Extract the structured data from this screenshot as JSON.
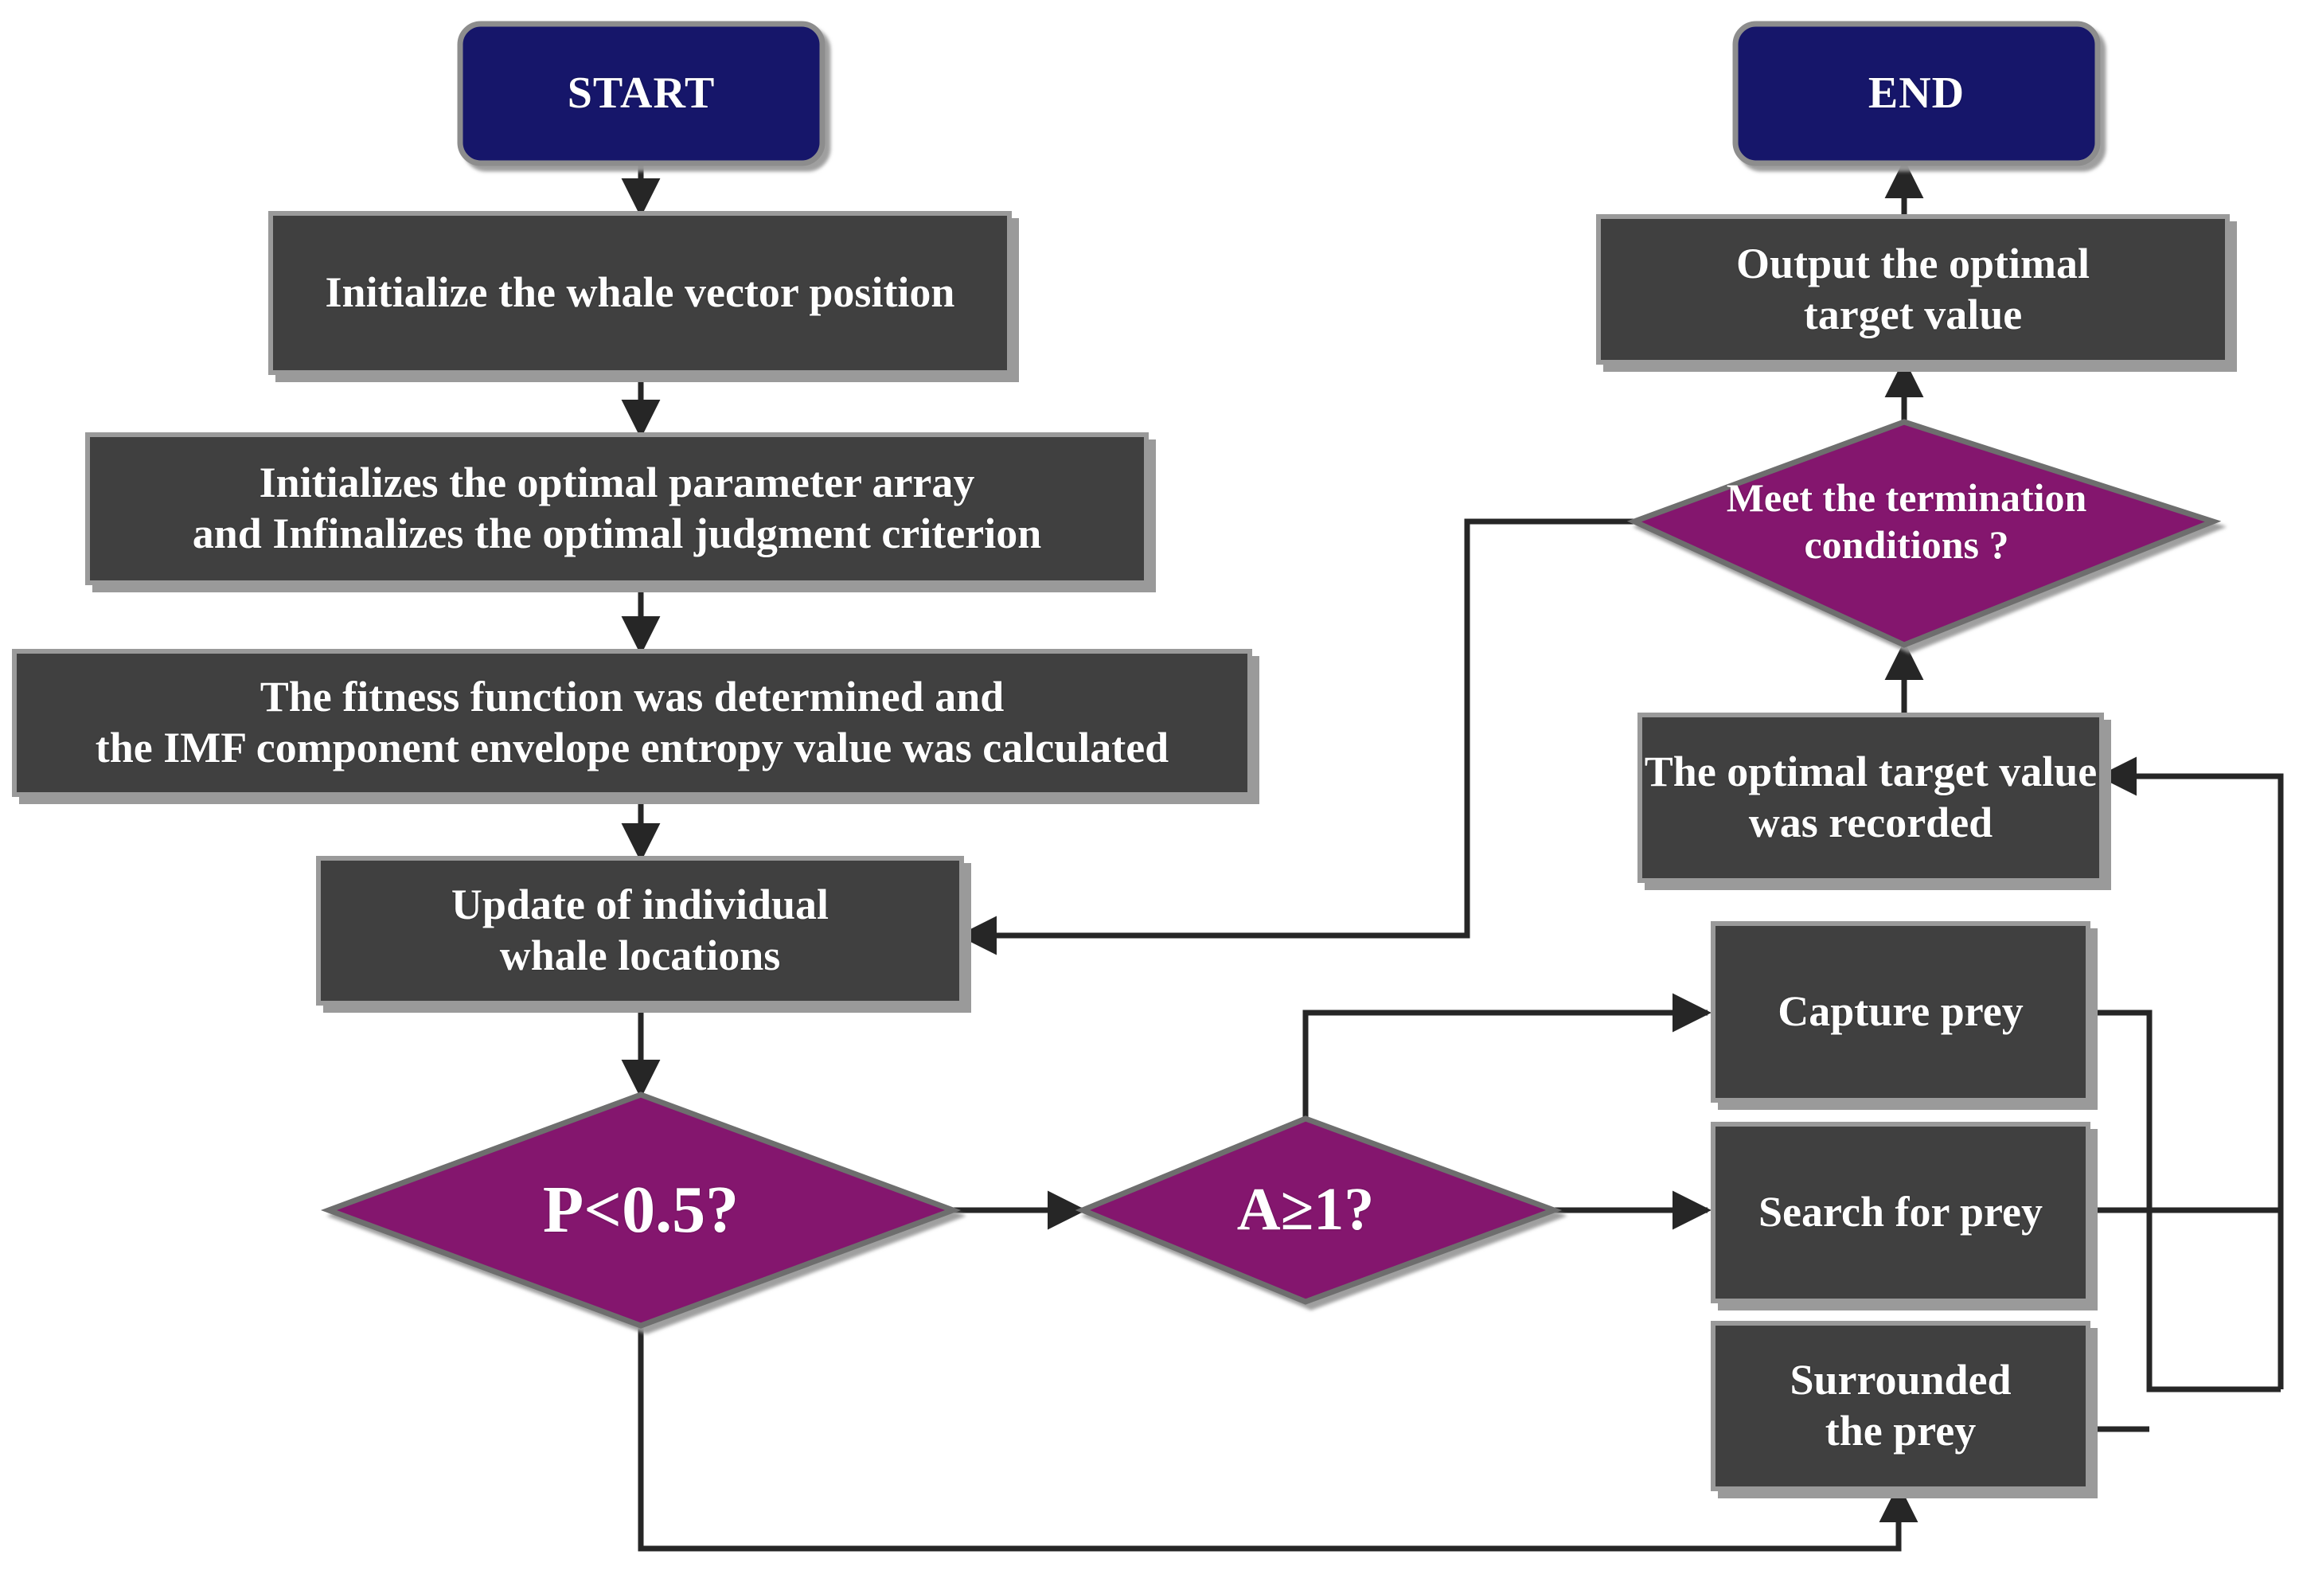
{
  "diagram": {
    "title": "Whale Optimization Algorithm flowchart",
    "colors": {
      "terminator_fill": "#12126B",
      "process_fill": "#414141",
      "decision_fill": "#84146E",
      "edge_stroke": "#262626",
      "shadow": "#9a9a9a",
      "text": "#FFFFFF",
      "background": "#FFFFFF"
    },
    "nodes": [
      {
        "id": "start",
        "type": "terminator",
        "label": "START"
      },
      {
        "id": "init_vec",
        "type": "process",
        "label": "Initialize the whale vector position"
      },
      {
        "id": "init_param",
        "type": "process",
        "label": "Initializes the optimal parameter array\nand Infinalizes the optimal judgment criterion"
      },
      {
        "id": "fitness",
        "type": "process",
        "label": "The fitness function was determined and\nthe IMF component envelope entropy value was calculated"
      },
      {
        "id": "update",
        "type": "process",
        "label": "Update of individual\nwhale locations"
      },
      {
        "id": "p_lt_05",
        "type": "decision",
        "label": "P<0.5?"
      },
      {
        "id": "a_ge_1",
        "type": "decision",
        "label": "A≥1?"
      },
      {
        "id": "capture",
        "type": "process",
        "label": "Capture prey"
      },
      {
        "id": "search",
        "type": "process",
        "label": "Search for prey"
      },
      {
        "id": "surround",
        "type": "process",
        "label": "Surrounded\nthe prey"
      },
      {
        "id": "record",
        "type": "process",
        "label": "The optimal target value\nwas recorded"
      },
      {
        "id": "terminate",
        "type": "decision",
        "label": "Meet the termination\nconditions ?"
      },
      {
        "id": "output",
        "type": "process",
        "label": "Output the optimal\ntarget value"
      },
      {
        "id": "end",
        "type": "terminator",
        "label": "END"
      }
    ],
    "edges": [
      {
        "from": "start",
        "to": "init_vec"
      },
      {
        "from": "init_vec",
        "to": "init_param"
      },
      {
        "from": "init_param",
        "to": "fitness"
      },
      {
        "from": "fitness",
        "to": "update"
      },
      {
        "from": "update",
        "to": "p_lt_05"
      },
      {
        "from": "p_lt_05",
        "to": "a_ge_1"
      },
      {
        "from": "p_lt_05",
        "to": "surround"
      },
      {
        "from": "a_ge_1",
        "to": "capture"
      },
      {
        "from": "a_ge_1",
        "to": "search"
      },
      {
        "from": "capture",
        "to": "record"
      },
      {
        "from": "search",
        "to": "record"
      },
      {
        "from": "surround",
        "to": "record"
      },
      {
        "from": "record",
        "to": "terminate"
      },
      {
        "from": "terminate",
        "to": "update"
      },
      {
        "from": "terminate",
        "to": "output"
      },
      {
        "from": "output",
        "to": "end"
      }
    ]
  }
}
